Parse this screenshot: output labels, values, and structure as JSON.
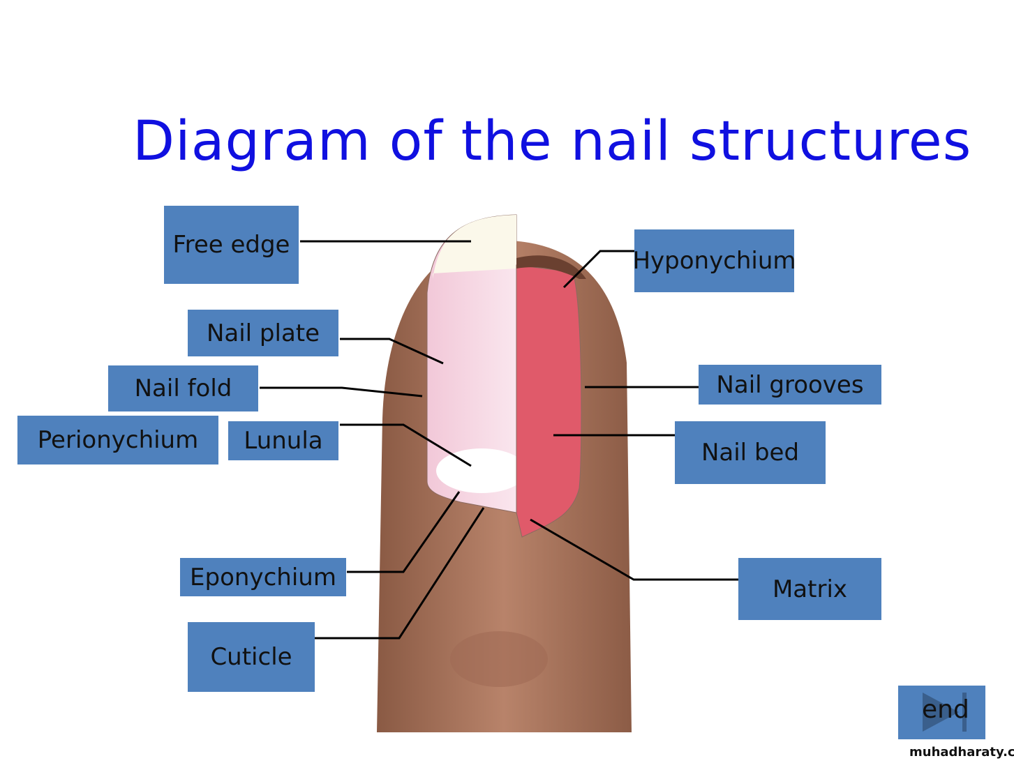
{
  "title": "Diagram of the nail structures",
  "labels": {
    "free_edge": "Free edge",
    "hyponychium": "Hyponychium",
    "nail_plate": "Nail plate",
    "nail_fold": "Nail fold",
    "nail_grooves": "Nail grooves",
    "perionychium": "Perionychium",
    "lunula": "Lunula",
    "nail_bed": "Nail bed",
    "eponychium": "Eponychium",
    "cuticle": "Cuticle",
    "matrix": "Matrix"
  },
  "end_button": "end",
  "watermark": "muhadharaty.com",
  "colors": {
    "label_box": "#4f81bd",
    "title": "#1010e0"
  }
}
